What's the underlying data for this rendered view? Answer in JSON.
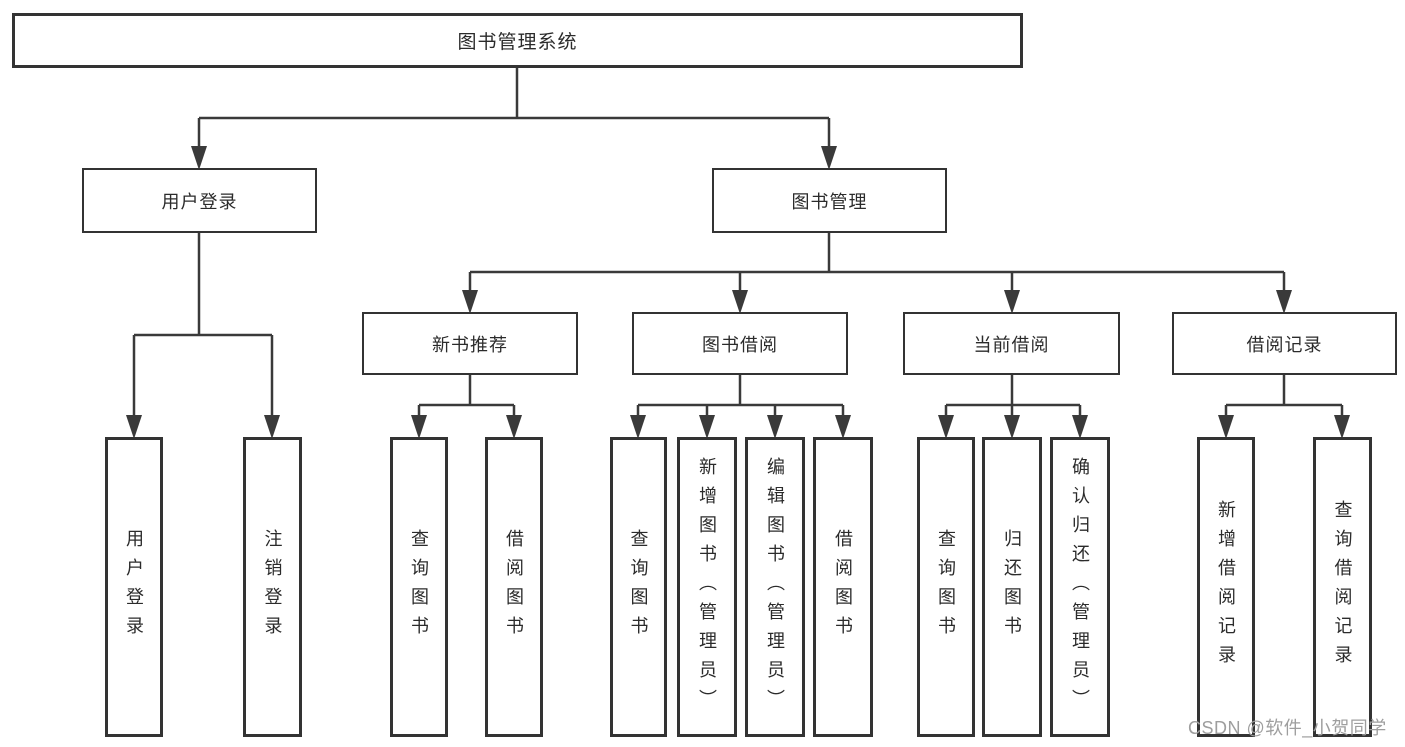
{
  "diagram_type": "hierarchy",
  "tree": {
    "label": "图书管理系统",
    "children": [
      {
        "label": "用户登录",
        "children": [
          {
            "label": "用户登录"
          },
          {
            "label": "注销登录"
          }
        ]
      },
      {
        "label": "图书管理",
        "children": [
          {
            "label": "新书推荐",
            "children": [
              {
                "label": "查询图书"
              },
              {
                "label": "借阅图书"
              }
            ]
          },
          {
            "label": "图书借阅",
            "children": [
              {
                "label": "查询图书"
              },
              {
                "label": "新增图书（管理员）"
              },
              {
                "label": "编辑图书（管理员）"
              },
              {
                "label": "借阅图书"
              }
            ]
          },
          {
            "label": "当前借阅",
            "children": [
              {
                "label": "查询图书"
              },
              {
                "label": "归还图书"
              },
              {
                "label": "确认归还（管理员）"
              }
            ]
          },
          {
            "label": "借阅记录",
            "children": [
              {
                "label": "新增借阅记录"
              },
              {
                "label": "查询借阅记录"
              }
            ]
          }
        ]
      }
    ]
  },
  "watermark": {
    "text": "CSDN @软件_小贺同学"
  },
  "colors": {
    "line": "#3a3a3a",
    "box_border": "#333333",
    "box_fill": "#ffffff",
    "text": "#2b2b2b",
    "watermark": "#9e9e9e",
    "background": "#ffffff"
  }
}
